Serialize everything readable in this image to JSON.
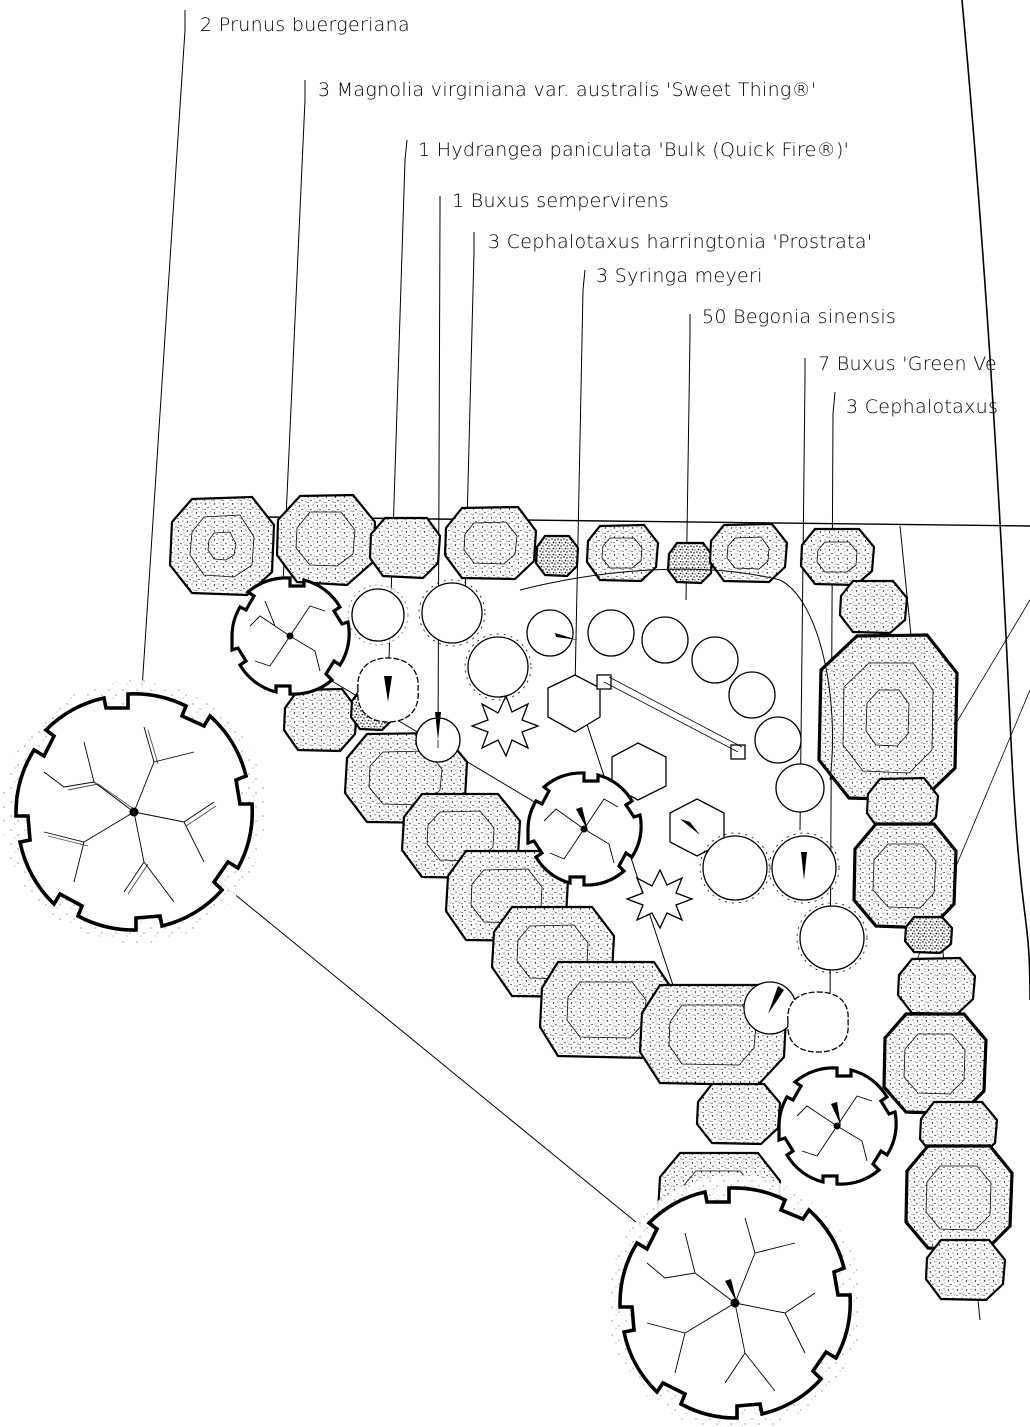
{
  "drawing": {
    "type": "planting plan",
    "colors": {
      "line": "#000000",
      "paper": "#ffffff"
    }
  },
  "labels": [
    {
      "id": "prunus",
      "text": "2 Prunus buergeriana"
    },
    {
      "id": "magnolia",
      "text": "3 Magnolia virginiana var. australis 'Sweet Thing®'"
    },
    {
      "id": "hydrangea",
      "text": "1 Hydrangea paniculata 'Bulk (Quick Fire®)'"
    },
    {
      "id": "buxus-semp",
      "text": "1 Buxus sempervirens"
    },
    {
      "id": "cephalotaxus-prostrata",
      "text": "3 Cephalotaxus harringtonia 'Prostrata'"
    },
    {
      "id": "syringa",
      "text": "3 Syringa meyeri"
    },
    {
      "id": "begonia",
      "text": "50 Begonia sinensis"
    },
    {
      "id": "buxus-green",
      "text": "7 Buxus 'Green Ve"
    },
    {
      "id": "cephalotaxus-2",
      "text": "3 Cephalotaxus"
    }
  ]
}
